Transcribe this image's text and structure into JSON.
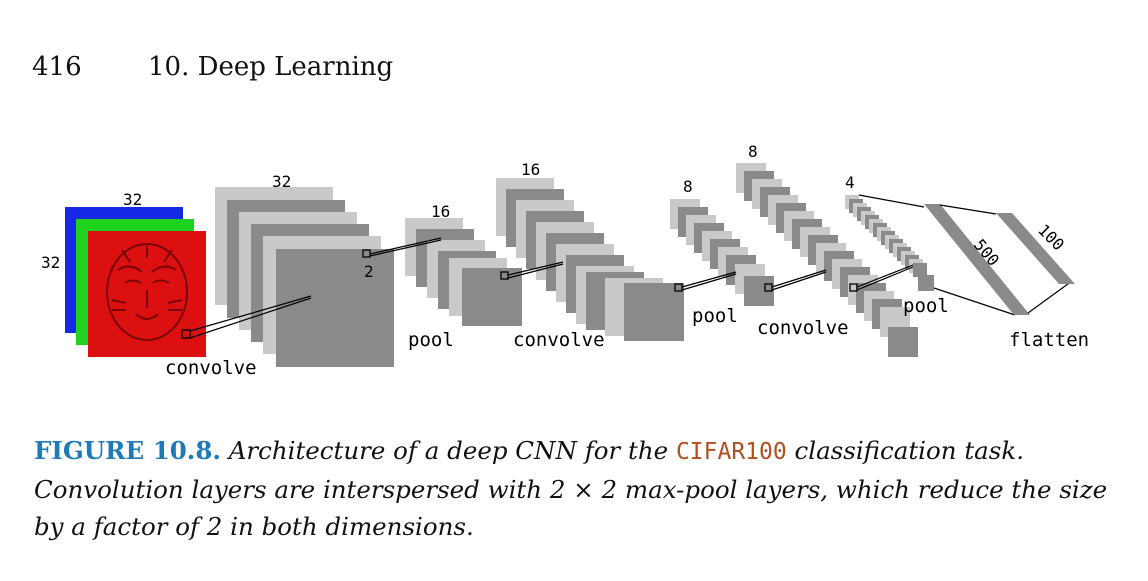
{
  "header": {
    "page_number": "416",
    "chapter_title": "10.  Deep Learning"
  },
  "figure": {
    "input_size_top": "32",
    "input_size_side": "32",
    "conv1_size": "32",
    "kernel_size": "2",
    "pool1_size": "16",
    "conv2_size": "16",
    "pool2_size": "8",
    "conv3_size": "8",
    "pool3_size": "4",
    "dense1_size": "500",
    "dense2_size": "100",
    "labels": {
      "convolve_1": "convolve",
      "pool_1": "pool",
      "convolve_2": "convolve",
      "pool_2": "pool",
      "convolve_3": "convolve",
      "pool_3": "pool",
      "flatten": "flatten"
    },
    "colors": {
      "layer_light": "#c9c9c9",
      "layer_dark": "#8a8a8a",
      "channel_blue": "#1428e6",
      "channel_green": "#1ed21e",
      "channel_red": "#dc1010"
    }
  },
  "caption": {
    "label": "FIGURE 10.8.",
    "text_before_code": " Architecture of a deep CNN for the ",
    "code": "CIFAR100",
    "text_after_code": " classification task. Convolution layers are interspersed with 2 × 2 max-pool layers, which reduce the size by a factor of 2 in both dimensions."
  }
}
